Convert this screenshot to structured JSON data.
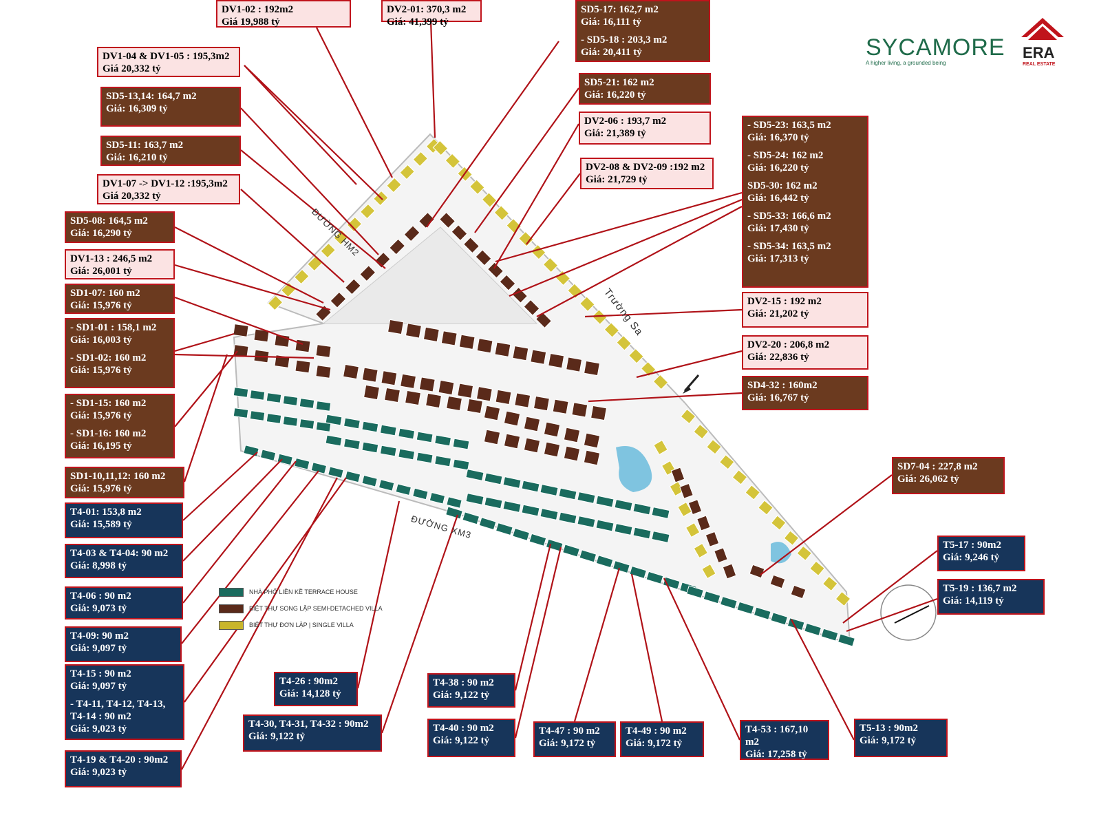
{
  "brand": {
    "name": "SYCAMORE",
    "tagline": "A higher living, a grounded being",
    "era_word": "ERA",
    "era_sub": "REAL ESTATE"
  },
  "streets": {
    "hm2": "ĐƯỜNG HM2",
    "truong_sa": "Trường Sa",
    "xm3": "ĐƯỜNG XM3"
  },
  "legend": [
    {
      "text": "NHÀ PHỐ LIỀN KỀ  TERRACE HOUSE",
      "color": "#1a6b5e"
    },
    {
      "text": "BIỆT THỰ SONG LẬP  SEMI-DETACHED VILLA",
      "color": "#5a2a1a"
    },
    {
      "text": "BIỆT THỰ ĐƠN LẬP | SINGLE VILLA",
      "color": "#c9b52a"
    }
  ],
  "colors": {
    "terrace": "#1a6b5e",
    "semi": "#5a2a1a",
    "single": "#d4c43a",
    "highlight": "#c0141c"
  },
  "labels": [
    {
      "id": "dv1-02",
      "style": "pink",
      "lines": [
        "DV1-02 : 192m2",
        "Giá 19,988 tỷ"
      ]
    },
    {
      "id": "dv2-01",
      "style": "pink",
      "lines": [
        "DV2-01: 370,3 m2",
        "Giá: 41,399 tỷ"
      ]
    },
    {
      "id": "sd5-17",
      "style": "brown",
      "lines": [
        "SD5-17: 162,7 m2",
        "Giá: 16,111 tỷ",
        "",
        "- SD5-18 : 203,3 m2",
        "Giá: 20,411 tỷ"
      ]
    },
    {
      "id": "dv1-04",
      "style": "pink",
      "lines": [
        "DV1-04 & DV1-05 : 195,3m2",
        "Giá 20,332 tỷ"
      ]
    },
    {
      "id": "sd5-21",
      "style": "brown",
      "lines": [
        "SD5-21: 162 m2",
        "Giá: 16,220 tỷ"
      ]
    },
    {
      "id": "sd5-13",
      "style": "brown",
      "lines": [
        "SD5-13,14: 164,7 m2",
        "Giá: 16,309 tỷ"
      ]
    },
    {
      "id": "dv2-06",
      "style": "pink",
      "lines": [
        "DV2-06 : 193,7 m2",
        "Giá: 21,389 tỷ"
      ]
    },
    {
      "id": "sd5-23",
      "style": "brown",
      "lines": [
        "- SD5-23: 163,5 m2",
        "Giá: 16,370 tỷ",
        "",
        "- SD5-24: 162 m2",
        "Giá: 16,220 tỷ",
        "",
        "SD5-30: 162 m2",
        "Giá: 16,442 tỷ",
        "",
        "- SD5-33: 166,6 m2",
        "Giá: 17,430 tỷ",
        "",
        "- SD5-34: 163,5 m2",
        "Giá: 17,313 tỷ"
      ]
    },
    {
      "id": "sd5-11",
      "style": "brown",
      "lines": [
        "SD5-11: 163,7 m2",
        "Giá: 16,210 tỷ"
      ]
    },
    {
      "id": "dv2-08",
      "style": "pink",
      "lines": [
        "DV2-08 & DV2-09 :192 m2",
        "Giá: 21,729 tỷ"
      ]
    },
    {
      "id": "dv1-07",
      "style": "pink",
      "lines": [
        "DV1-07 -> DV1-12 :195,3m2",
        "Giá 20,332 tỷ"
      ]
    },
    {
      "id": "sd5-08",
      "style": "brown",
      "lines": [
        "SD5-08: 164,5 m2",
        "Giá: 16,290 tỷ"
      ]
    },
    {
      "id": "dv1-13",
      "style": "pink",
      "lines": [
        "DV1-13 : 246,5 m2",
        "Giá: 26,001 tỷ"
      ]
    },
    {
      "id": "sd1-07",
      "style": "brown",
      "lines": [
        "SD1-07: 160 m2",
        "Giá: 15,976 tỷ"
      ]
    },
    {
      "id": "dv2-15",
      "style": "pink",
      "lines": [
        "DV2-15 : 192 m2",
        "Giá: 21,202 tỷ"
      ]
    },
    {
      "id": "sd1-01",
      "style": "brown",
      "lines": [
        "- SD1-01 : 158,1 m2",
        "Giá: 16,003 tỷ",
        "",
        "- SD1-02: 160 m2",
        "Giá: 15,976 tỷ"
      ]
    },
    {
      "id": "dv2-20",
      "style": "pink",
      "lines": [
        "DV2-20 : 206,8 m2",
        "Giá: 22,836 tỷ"
      ]
    },
    {
      "id": "sd4-32",
      "style": "brown",
      "lines": [
        "SD4-32 : 160m2",
        "Giá: 16,767 tỷ"
      ]
    },
    {
      "id": "sd1-15",
      "style": "brown",
      "lines": [
        "- SD1-15: 160 m2",
        "Giá: 15,976 tỷ",
        "",
        "- SD1-16: 160 m2",
        "Giá: 16,195 tỷ"
      ]
    },
    {
      "id": "sd7-04",
      "style": "brown",
      "lines": [
        "SD7-04 : 227,8 m2",
        "Giá: 26,062 tỷ"
      ]
    },
    {
      "id": "sd1-10",
      "style": "brown",
      "lines": [
        "SD1-10,11,12: 160 m2",
        "Giá: 15,976 tỷ"
      ]
    },
    {
      "id": "t4-01",
      "style": "navy",
      "lines": [
        "T4-01: 153,8 m2",
        "Giá: 15,589 tỷ"
      ]
    },
    {
      "id": "t5-17",
      "style": "navy",
      "lines": [
        "T5-17 : 90m2",
        "Giá: 9,246 tỷ"
      ]
    },
    {
      "id": "t4-03",
      "style": "navy",
      "lines": [
        "T4-03 & T4-04: 90 m2",
        "Giá: 8,998 tỷ"
      ]
    },
    {
      "id": "t5-19",
      "style": "navy",
      "lines": [
        "T5-19 : 136,7 m2",
        "Giá: 14,119 tỷ"
      ]
    },
    {
      "id": "t4-06",
      "style": "navy",
      "lines": [
        "T4-06 : 90 m2",
        "Giá: 9,073 tỷ"
      ]
    },
    {
      "id": "t4-09",
      "style": "navy",
      "lines": [
        "T4-09: 90 m2",
        "Giá: 9,097 tỷ"
      ]
    },
    {
      "id": "t4-15",
      "style": "navy",
      "lines": [
        "T4-15 : 90 m2",
        "Giá: 9,097 tỷ",
        "",
        "- T4-11, T4-12, T4-13,",
        "T4-14 : 90 m2",
        "Giá: 9,023 tỷ"
      ]
    },
    {
      "id": "t4-26",
      "style": "navy",
      "lines": [
        "T4-26 : 90m2",
        "Giá: 14,128 tỷ"
      ]
    },
    {
      "id": "t4-38",
      "style": "navy",
      "lines": [
        "T4-38 : 90 m2",
        "Giá: 9,122 tỷ"
      ]
    },
    {
      "id": "t4-30",
      "style": "navy",
      "lines": [
        "T4-30, T4-31, T4-32 : 90m2",
        "Giá: 9,122 tỷ"
      ]
    },
    {
      "id": "t4-40",
      "style": "navy",
      "lines": [
        "T4-40 : 90 m2",
        "Giá: 9,122 tỷ"
      ]
    },
    {
      "id": "t4-47",
      "style": "navy",
      "lines": [
        "T4-47 : 90 m2",
        "Giá: 9,172 tỷ"
      ]
    },
    {
      "id": "t4-49",
      "style": "navy",
      "lines": [
        "T4-49 : 90 m2",
        "Giá: 9,172 tỷ"
      ]
    },
    {
      "id": "t4-53",
      "style": "navy",
      "lines": [
        "T4-53 : 167,10 m2",
        "Giá: 17,258 tỷ"
      ]
    },
    {
      "id": "t5-13",
      "style": "navy",
      "lines": [
        "T5-13 : 90m2",
        "Giá: 9,172 tỷ"
      ]
    },
    {
      "id": "t4-19",
      "style": "navy",
      "lines": [
        "T4-19 & T4-20 : 90m2",
        "Giá: 9,023 tỷ"
      ]
    }
  ]
}
